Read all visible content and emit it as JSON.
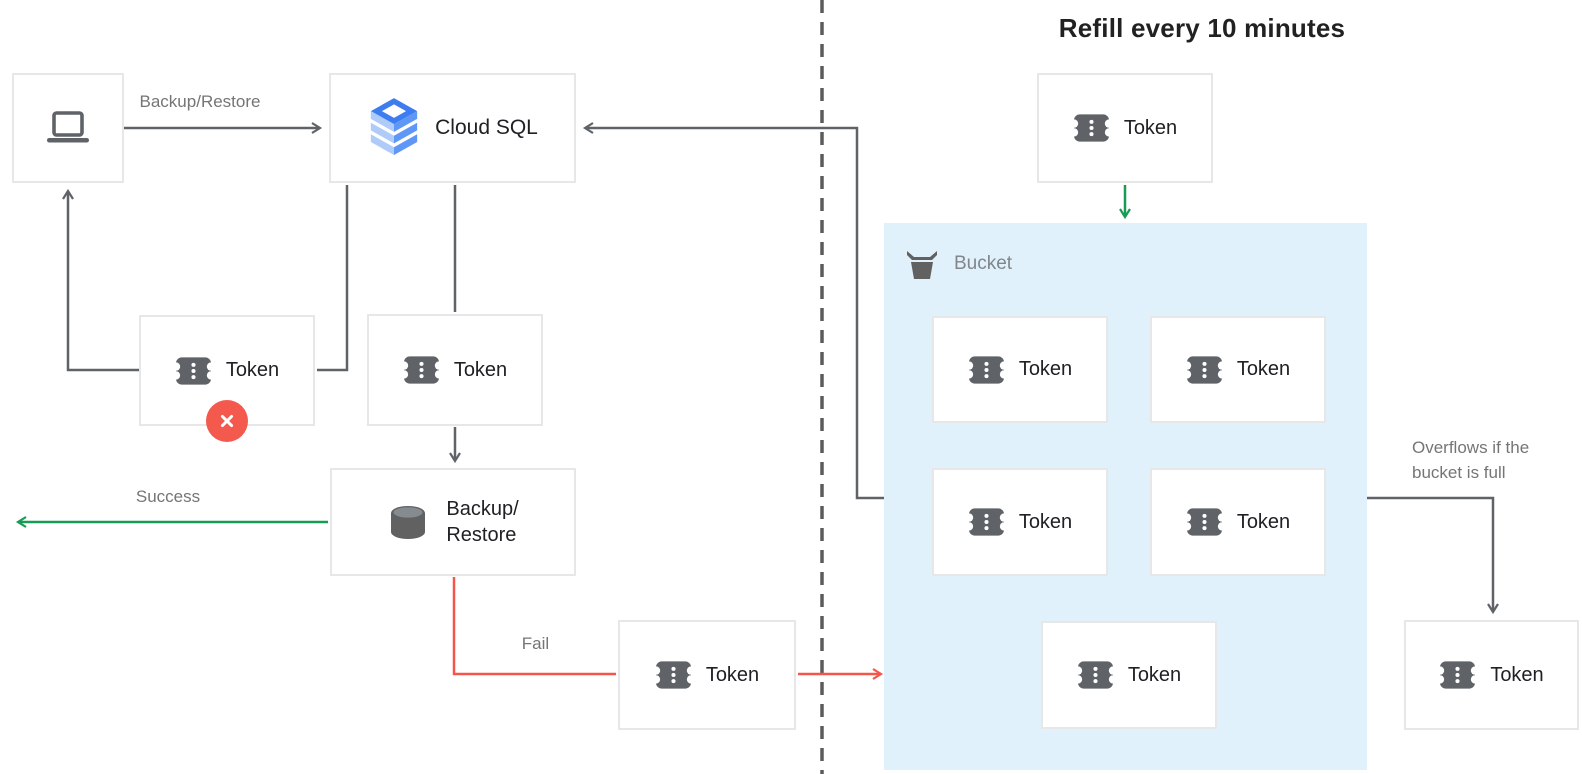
{
  "title": "Refill every 10 minutes",
  "nodes": {
    "client": {
      "icon": "laptop-icon"
    },
    "cloud_sql": {
      "label": "Cloud SQL",
      "icon": "cloud-sql-icon"
    },
    "token": {
      "label": "Token",
      "icon": "token-icon"
    },
    "backup_restore": {
      "line1": "Backup/",
      "line2": "Restore",
      "icon": "database-icon"
    },
    "rejected_badge": {
      "icon": "error-x-icon"
    }
  },
  "bucket": {
    "label": "Bucket",
    "icon": "bucket-icon",
    "token_count": 5
  },
  "edges": {
    "request_label": "Backup/Restore",
    "success_label": "Success",
    "fail_label": "Fail",
    "overflow_line1": "Overflows if the",
    "overflow_line2": "bucket is full"
  },
  "colors": {
    "connector_gray": "#5F6368",
    "success_green": "#169C53",
    "fail_red": "#F4564C",
    "badge_red": "#F4594E",
    "bucket_fill": "#E0F1FB",
    "icon_gray": "#5F6368",
    "label_gray": "#757575",
    "cloud_sql_blue": "#4285F4",
    "cloud_sql_light_blue": "#AECBFA"
  }
}
